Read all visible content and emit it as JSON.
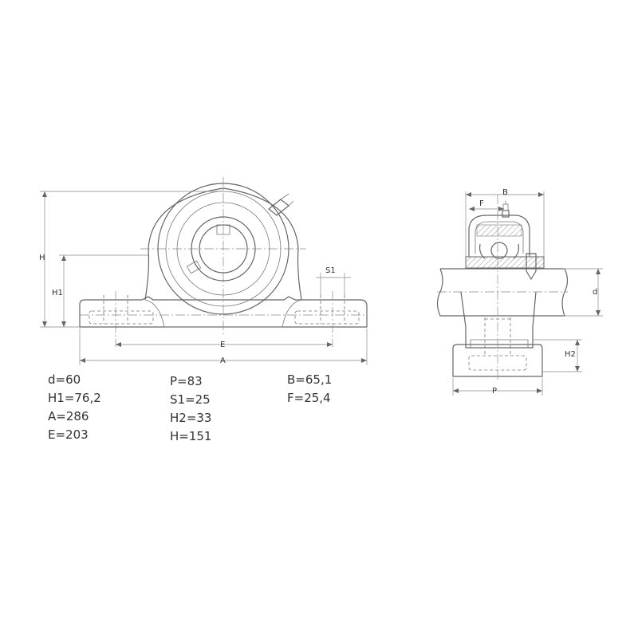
{
  "labels": {
    "H": "H",
    "H1": "H1",
    "S1": "S1",
    "E": "E",
    "A": "A",
    "B": "B",
    "F": "F",
    "d": "d",
    "H2": "H2",
    "P": "P"
  },
  "specs": {
    "col1": [
      "d=60",
      "H1=76,2",
      "A=286",
      "E=203"
    ],
    "col2": [
      "P=83",
      "S1=25",
      "H2=33",
      "H=151"
    ],
    "col3": [
      "B=65,1",
      "F=25,4"
    ]
  }
}
